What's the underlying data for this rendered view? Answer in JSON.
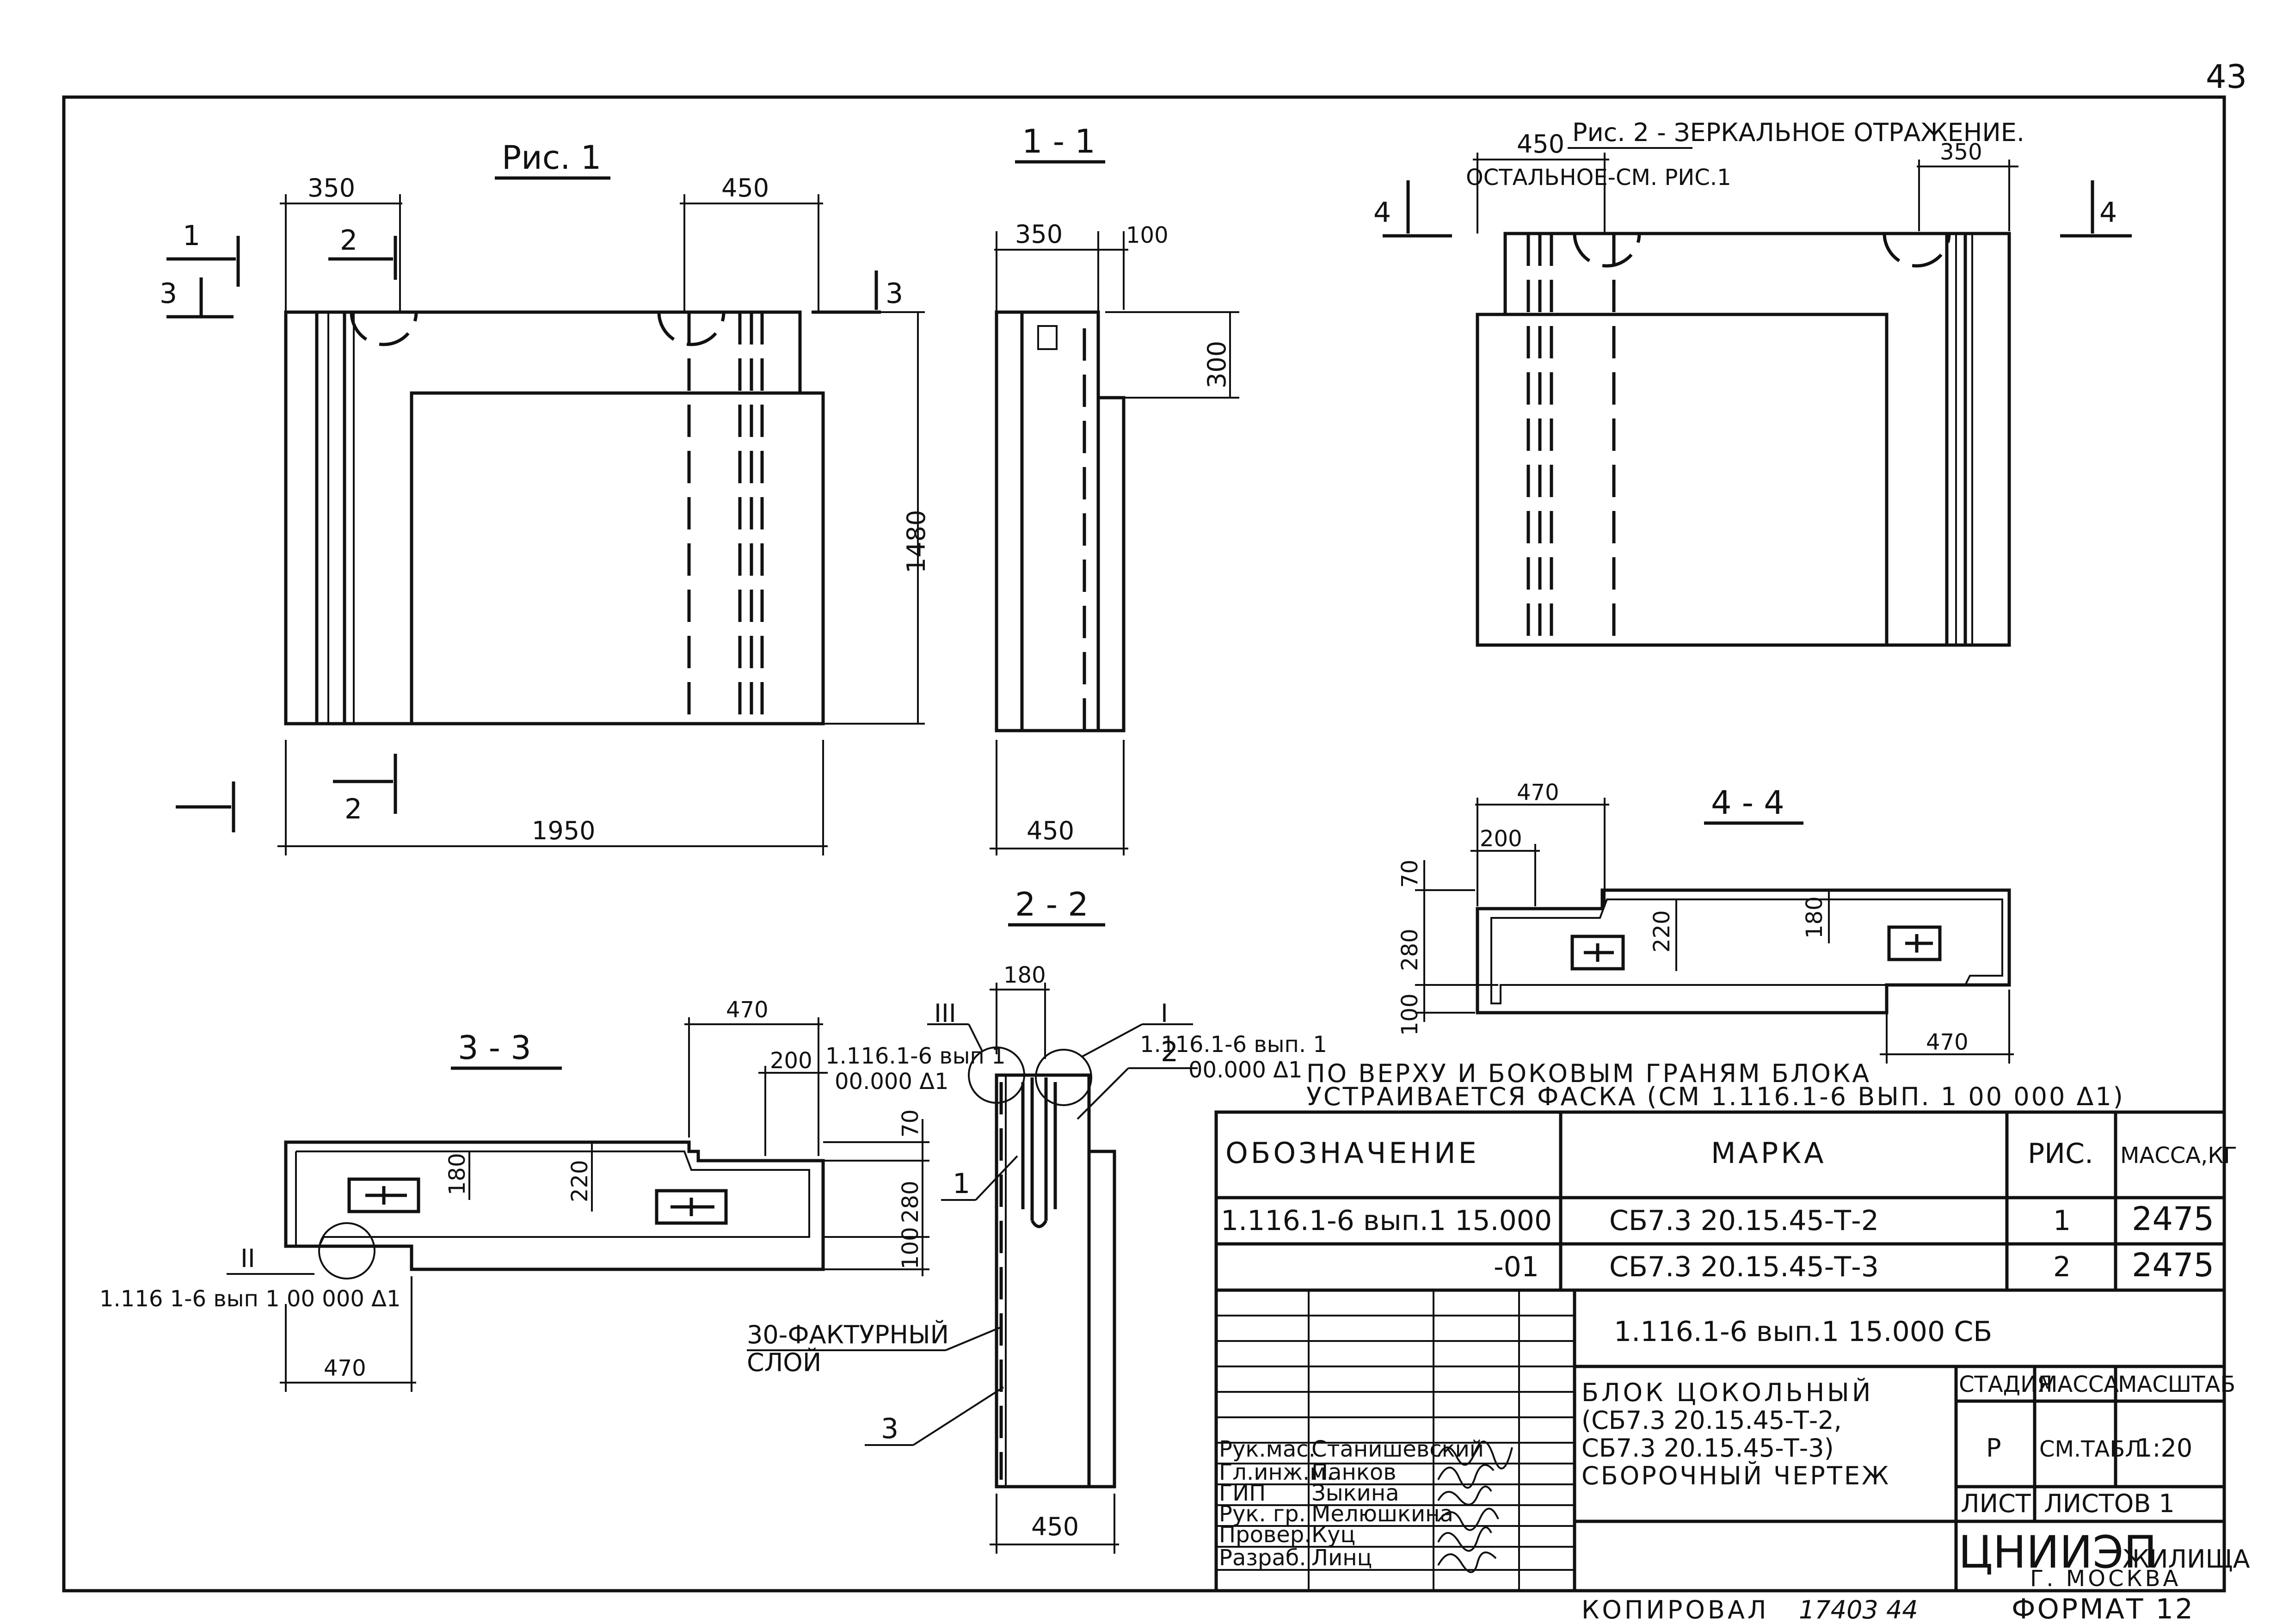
{
  "page_number": "43",
  "fig1": {
    "title": "Рис. 1",
    "dims": {
      "d350": "350",
      "d450": "450",
      "d1480": "1480",
      "d1950": "1950"
    },
    "cuts": {
      "c1": "1",
      "c2": "2",
      "c3": "3",
      "c2b": "2",
      "c3b": "3"
    }
  },
  "sec11": {
    "title": "1 - 1",
    "dims": {
      "d350": "350",
      "d100": "100",
      "d300": "300",
      "d450": "450"
    }
  },
  "fig2": {
    "title": "Рис. 2 - ЗЕРКАЛЬНОЕ ОТРАЖЕНИЕ.",
    "subtitle": "ОСТАЛЬНОЕ-СМ. РИС.1",
    "dims": {
      "d450": "450",
      "d350": "350"
    },
    "cuts": {
      "c4a": "4",
      "c4b": "4"
    }
  },
  "sec44": {
    "title": "4 - 4",
    "dims": {
      "d470a": "470",
      "d200": "200",
      "d70": "70",
      "d280": "280",
      "d100": "100",
      "d220": "220",
      "d180": "180",
      "d470b": "470"
    }
  },
  "sec22": {
    "title": "2 - 2",
    "dims": {
      "d180": "180",
      "d450": "450"
    },
    "callouts": {
      "c1": "1",
      "c2": "2",
      "c3": "3",
      "roman1": "I",
      "roman3": "III"
    },
    "refs": {
      "ref_i_1": "1.116.1-6 вып. 1",
      "ref_i_2": "00.000 Δ1",
      "ref_iii_1": "1.116.1-6 вып 1",
      "ref_iii_2": "00.000 Δ1"
    },
    "facing_1": "30-ФАКТУРНЫЙ",
    "facing_2": "СЛОЙ"
  },
  "sec33": {
    "title": "3 - 3",
    "dims": {
      "d470a": "470",
      "d200": "200",
      "d70": "70",
      "d180": "180",
      "d220": "220",
      "d280": "280",
      "d100": "100",
      "d470b": "470"
    },
    "roman2": "II",
    "ref_ii": "1.116 1-6 вып 1 00 000 Δ1"
  },
  "note": {
    "line1": "По верху и боковым граням блока",
    "line2": "устраивается фаска (см 1.116.1-6 вып. 1 00 000 Δ1)"
  },
  "spec": {
    "headers": {
      "designation": "Обозначение",
      "mark": "Марка",
      "fig": "Рис.",
      "mass": "Масса,кг"
    },
    "rows": [
      {
        "designation": "1.116.1-6 вып.1 15.000",
        "mark": "СБ7.3 20.15.45-Т-2",
        "fig": "1",
        "mass": "2475"
      },
      {
        "designation": "-01",
        "mark": "СБ7.3 20.15.45-Т-3",
        "fig": "2",
        "mass": "2475"
      }
    ]
  },
  "titleblock": {
    "code": "1.116.1-6 вып.1 15.000 СБ",
    "name_1": "Блок цокольный",
    "name_2": "(СБ7.3 20.15.45-Т-2,",
    "name_3": "СБ7.3 20.15.45-Т-3)",
    "name_4": "Сборочный чертеж",
    "stage_h": "Стадия",
    "mass_h": "Масса",
    "scale_h": "Масштаб",
    "stage_v": "Р",
    "mass_v": "СМ.ТАБЛ",
    "scale_v": "1:20",
    "sheet_h": "Лист",
    "sheets_h": "Листов 1",
    "org_1": "ЦНИИЭП",
    "org_2": "ЖИЛИЩА",
    "org_3": "Г. МОСКВА",
    "staff": [
      {
        "role": "Рук.мас.",
        "name": "Станишевский"
      },
      {
        "role": "Гл.инж.м.",
        "name": "Панков"
      },
      {
        "role": "ГИП",
        "name": "Зыкина"
      },
      {
        "role": "Рук. гр.",
        "name": "Мелюшкина"
      },
      {
        "role": "Провер.",
        "name": "Куц"
      },
      {
        "role": "Разраб.",
        "name": "Линц"
      }
    ]
  },
  "footer": {
    "copied": "Копировал",
    "copied_num": "17403 44",
    "format": "Формат 12"
  }
}
